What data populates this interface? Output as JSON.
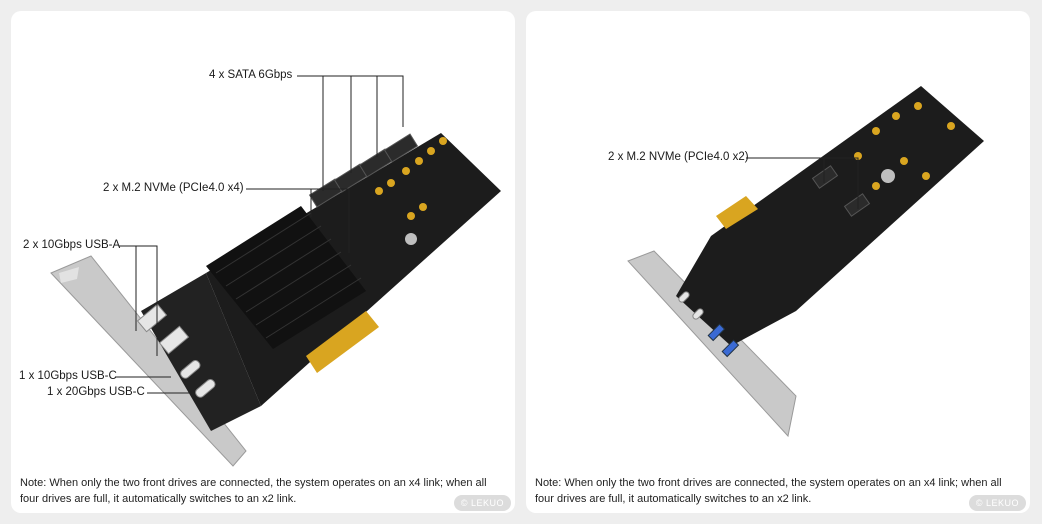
{
  "left_panel": {
    "callouts": {
      "sata": "4 x SATA 6Gbps",
      "nvme": "2 x M.2 NVMe (PCIe4.0 x4)",
      "usb_a": "2 x 10Gbps USB-A",
      "usb_c10": "1 x 10Gbps USB-C",
      "usb_c20": "1 x 20Gbps USB-C"
    },
    "note": "Note: When only the two front drives are connected, the system operates on an x4 link; when all four drives are full, it automatically switches to an x2 link.",
    "watermark": "© LEKUO"
  },
  "right_panel": {
    "callouts": {
      "nvme": "2 x M.2 NVMe (PCIe4.0 x2)"
    },
    "note": "Note: When only the two front drives are connected, the system operates on an x4 link; when all four drives are full, it automatically switches to an x2 link.",
    "watermark": "© LEKUO"
  },
  "colors": {
    "pcb": "#1c1c1c",
    "heatsink": "#111111",
    "gold": "#d9a520",
    "bracket": "#c9c9c9"
  }
}
